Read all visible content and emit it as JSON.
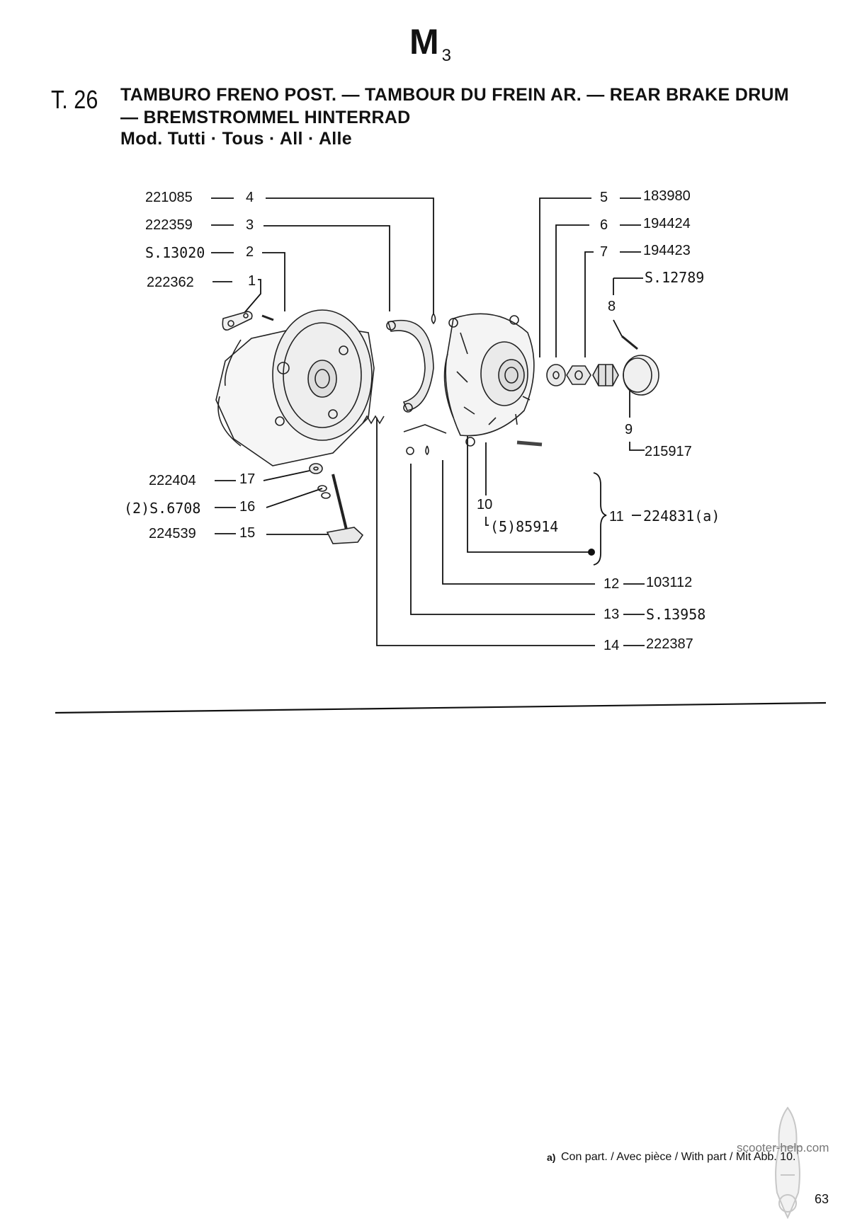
{
  "header": {
    "model_code": "M",
    "model_subscript": "3",
    "table_number": "T. 26",
    "title_line1": "TAMBURO FRENO POST. — TAMBOUR DU FREIN AR. — REAR BRAKE DRUM",
    "title_line2": "— BREMSTROMMEL HINTERRAD",
    "title_line3": "Mod. Tutti · Tous · All · Alle"
  },
  "parts": [
    {
      "ref": "1",
      "code": "222362"
    },
    {
      "ref": "2",
      "code": "S.13020"
    },
    {
      "ref": "3",
      "code": "222359"
    },
    {
      "ref": "4",
      "code": "221085"
    },
    {
      "ref": "5",
      "code": "183980"
    },
    {
      "ref": "6",
      "code": "194424"
    },
    {
      "ref": "7",
      "code": "194423"
    },
    {
      "ref": "8",
      "code": "S.12789"
    },
    {
      "ref": "9",
      "code": "215917"
    },
    {
      "ref": "10",
      "code": "(5)85914"
    },
    {
      "ref": "11",
      "code": "224831(a)"
    },
    {
      "ref": "12",
      "code": "103112"
    },
    {
      "ref": "13",
      "code": "S.13958"
    },
    {
      "ref": "14",
      "code": "222387"
    },
    {
      "ref": "15",
      "code": "224539"
    },
    {
      "ref": "16",
      "code": "(2)S.6708"
    },
    {
      "ref": "17",
      "code": "222404"
    }
  ],
  "footnote": {
    "mark": "a)",
    "text": "Con part. / Avec pièce / With part / Mit Abb. 10."
  },
  "watermark": "scooter-help.com",
  "page_number": "63"
}
